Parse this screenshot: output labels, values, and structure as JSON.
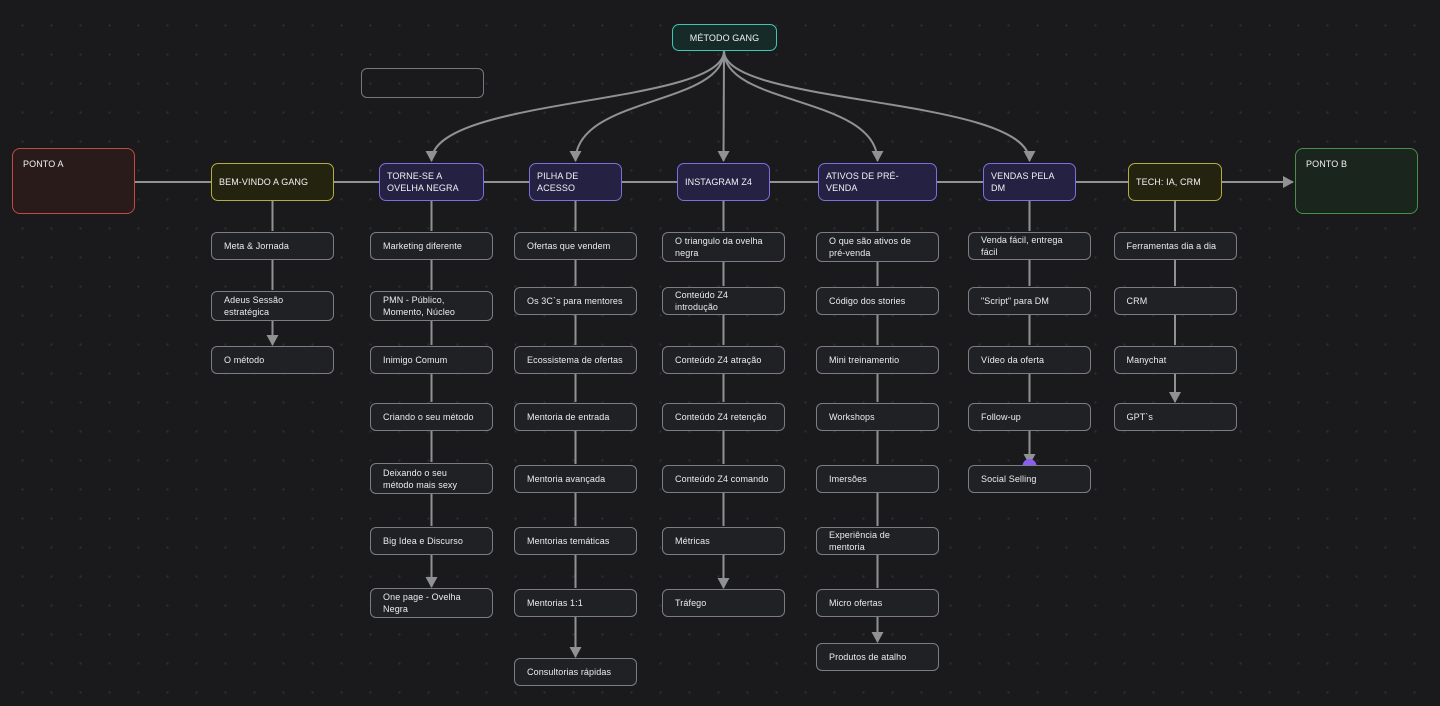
{
  "app": {
    "background": "#1a1a1c",
    "grid_dot_color": "#2e2e31",
    "line_color": "#8f9193"
  },
  "node_styles": {
    "teal_border": "#3ec6b8",
    "purple_border": "#7b6fe0",
    "yellow_border": "#b3ad3e",
    "red_border": "#c04a45",
    "green_border": "#43914c",
    "item_border": "#7c7d82",
    "endpoint_dot": "#8b5cf6"
  },
  "root_node": {
    "label": "MÉTODO GANG"
  },
  "empty_node": {
    "label": ""
  },
  "ponto_a": {
    "label": "PONTO A"
  },
  "ponto_b": {
    "label": "PONTO B"
  },
  "columns": [
    {
      "header": "BEM-VINDO A GANG",
      "style": "yellow",
      "items": [
        "Meta & Jornada",
        "Adeus Sessão estratégica",
        "O método"
      ]
    },
    {
      "header": "TORNE-SE A\nOVELHA NEGRA",
      "style": "purple",
      "items": [
        "Marketing diferente",
        "PMN - Público, Momento, Núcleo",
        "Inimigo Comum",
        "Criando o seu método",
        "Deixando o seu método mais sexy",
        "Big Idea e Discurso",
        "One page - Ovelha Negra"
      ]
    },
    {
      "header": "PILHA DE\nACESSO",
      "style": "purple",
      "items": [
        "Ofertas que vendem",
        "Os 3C`s para mentores",
        "Ecossistema de ofertas",
        "Mentoria de entrada",
        "Mentoria avançada",
        "Mentorias temáticas",
        "Mentorias 1:1",
        "Consultorias rápidas"
      ]
    },
    {
      "header": "INSTAGRAM Z4",
      "style": "purple",
      "items": [
        "O triangulo da ovelha negra",
        "Conteúdo Z4 introdução",
        "Conteúdo Z4 atração",
        "Conteúdo Z4 retenção",
        "Conteúdo Z4 comando",
        "Métricas",
        "Tráfego"
      ]
    },
    {
      "header": "ATIVOS DE PRÉ-VENDA",
      "style": "purple",
      "items": [
        "O que são ativos de pré-venda",
        "Código dos stories",
        "Mini treinamentio",
        "Workshops",
        "Imersões",
        "Experiência de mentoria",
        "Micro ofertas",
        "Produtos de atalho"
      ]
    },
    {
      "header": "VENDAS PELA\nDM",
      "style": "purple",
      "items": [
        "Venda fácil, entrega fácil",
        "\"Script\" para DM",
        "Vídeo da oferta",
        "Follow-up",
        "Social Selling"
      ],
      "endpoint_dot_on_last": true
    },
    {
      "header": "TECH: IA, CRM",
      "style": "yellow",
      "items": [
        "Ferramentas dia a dia",
        "CRM",
        "Manychat",
        "GPT`s"
      ]
    }
  ]
}
